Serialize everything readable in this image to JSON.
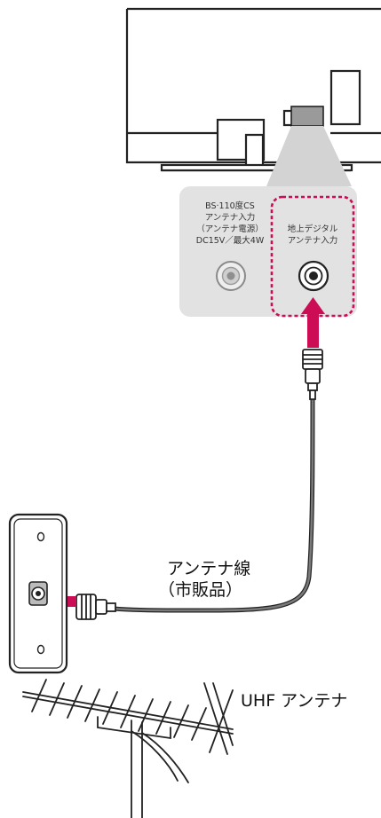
{
  "panel": {
    "bs_line1": "BS·110度CS",
    "bs_line2": "アンテナ入力",
    "bs_line3": "（アンテナ電源）",
    "bs_line4": "DC15V／最大4W",
    "terrestrial_line1": "地上デジタル",
    "terrestrial_line2": "アンテナ入力"
  },
  "cable_label": {
    "line1": "アンテナ線",
    "line2": "（市販品）"
  },
  "antenna_label": "UHF アンテナ",
  "colors": {
    "accent": "#cc0d56",
    "panel_bg": "#e2e2e2",
    "zoom_gray": "#d3d3d3",
    "cable": "#666666",
    "outline": "#222222"
  }
}
